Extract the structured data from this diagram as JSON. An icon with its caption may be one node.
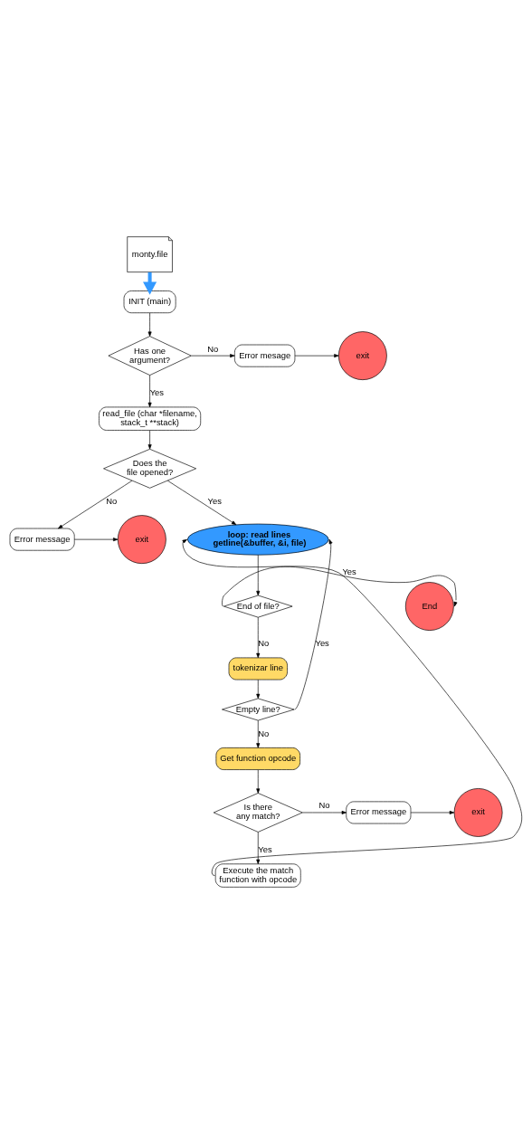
{
  "diagram": {
    "nodes": [
      {
        "text": [
          "monty.file"
        ]
      },
      {
        "text": [
          "INIT (main)"
        ]
      },
      {
        "text": [
          "Has one argument?"
        ]
      },
      {
        "text": [
          "Error mesage"
        ]
      },
      {
        "text": [
          "exit"
        ]
      },
      {
        "text": [
          "read_file (char *filename, stack_t **stack)"
        ]
      },
      {
        "text": [
          "Does the file opened?"
        ]
      },
      {
        "text": [
          "Error message"
        ]
      },
      {
        "text": [
          "exit"
        ]
      },
      {
        "text": [
          "loop: read lines getline(&buffer, &i, file)"
        ]
      },
      {
        "text": [
          "End"
        ]
      },
      {
        "text": [
          "End of file?"
        ]
      },
      {
        "text": [
          "tokenizar line"
        ]
      },
      {
        "text": [
          "Empty line?"
        ]
      },
      {
        "text": [
          "Get function opcode"
        ]
      },
      {
        "text": [
          "Is there any match?"
        ]
      },
      {
        "text": [
          "Error message"
        ]
      },
      {
        "text": [
          "exit"
        ]
      },
      {
        "text": [
          "Execute the match function with opcode"
        ]
      }
    ],
    "edges": [
      {
        "from": 0,
        "to": 1,
        "arrow": "to",
        "style": "thick",
        "color": "#3399ff"
      },
      {
        "from": 1,
        "to": 2,
        "arrow": "to"
      },
      {
        "from": 2,
        "to": 3,
        "arrow": "to",
        "label": "No"
      },
      {
        "from": 3,
        "to": 4,
        "arrow": "to"
      },
      {
        "from": 2,
        "to": 5,
        "arrow": "to",
        "label": "Yes"
      },
      {
        "from": 5,
        "to": 6,
        "arrow": "to"
      },
      {
        "from": 6,
        "to": 7,
        "arrow": "to",
        "label": "No"
      },
      {
        "from": 7,
        "to": 8,
        "arrow": "to"
      },
      {
        "from": 6,
        "to": 9,
        "arrow": "to",
        "label": "Yes"
      },
      {
        "from": 9,
        "to": 11,
        "arrow": "to"
      },
      {
        "from": 11,
        "to": 10,
        "arrow": "to",
        "label": "Yes"
      },
      {
        "from": 11,
        "to": 12,
        "arrow": "to",
        "label": "No"
      },
      {
        "from": 12,
        "to": 13,
        "arrow": "to"
      },
      {
        "from": 13,
        "to": 9,
        "arrow": "to",
        "label": "Yes"
      },
      {
        "from": 13,
        "to": 14,
        "arrow": "to",
        "label": "No"
      },
      {
        "from": 14,
        "to": 15,
        "arrow": "to"
      },
      {
        "from": 15,
        "to": 16,
        "arrow": "to",
        "label": "No"
      },
      {
        "from": 16,
        "to": 17,
        "arrow": "to"
      },
      {
        "from": 15,
        "to": 18,
        "arrow": "to",
        "label": "Yes"
      },
      {
        "from": 18,
        "to": 9,
        "arrow": "to"
      }
    ]
  }
}
